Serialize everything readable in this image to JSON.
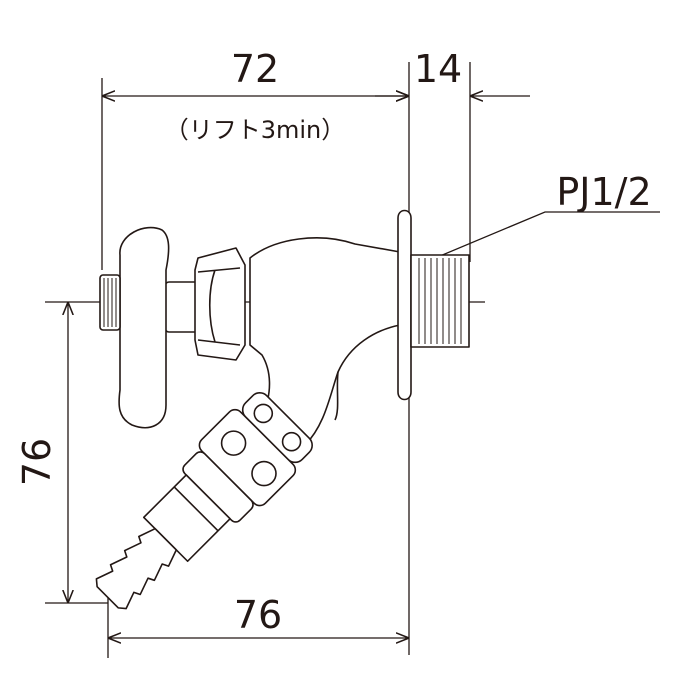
{
  "dimensions": {
    "width_top": "72",
    "lift_note": "（リフト3min）",
    "width_thread": "14",
    "thread_spec": "PJ1/2",
    "height_left": "76",
    "width_bottom": "76"
  },
  "colors": {
    "line": "#231815",
    "fill": "#ffffff"
  }
}
